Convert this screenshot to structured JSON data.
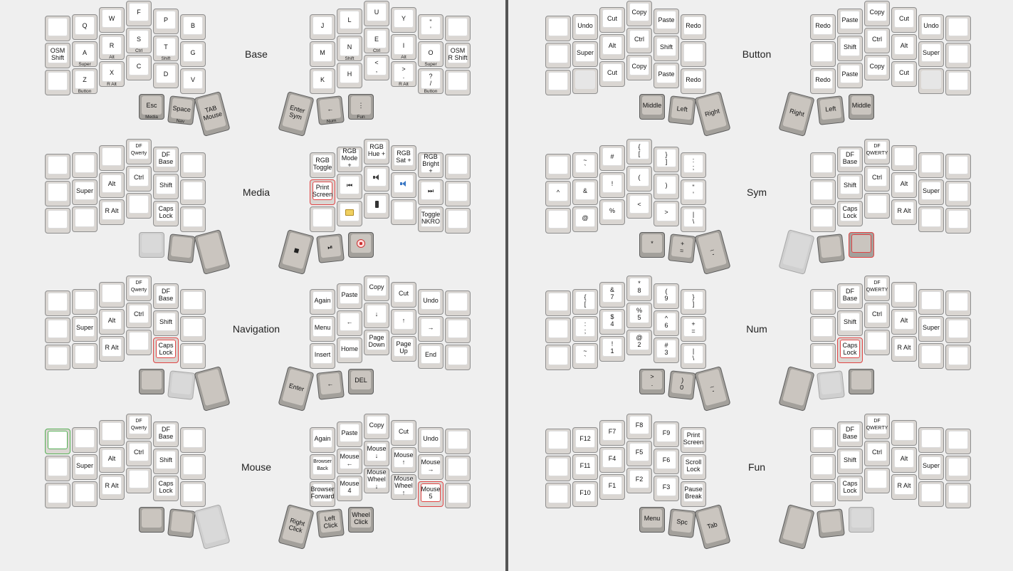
{
  "layers": [
    {
      "id": "base",
      "title": "Base",
      "left": [
        [
          {
            "t": ""
          },
          {
            "t": "Q"
          },
          {
            "t": "W"
          },
          {
            "t": "F"
          },
          {
            "t": "P"
          },
          {
            "t": "B"
          }
        ],
        [
          {
            "t": "OSM\nShift"
          },
          {
            "t": "A",
            "h": "Super"
          },
          {
            "t": "R",
            "h": "Alt"
          },
          {
            "t": "S",
            "h": "Ctrl"
          },
          {
            "t": "T",
            "h": "Shift"
          },
          {
            "t": "G"
          }
        ],
        [
          {
            "t": ""
          },
          {
            "t": "Z",
            "h": "Button"
          },
          {
            "t": "X",
            "h": "R Alt"
          },
          {
            "t": "C"
          },
          {
            "t": "D"
          },
          {
            "t": "V"
          }
        ]
      ],
      "right": [
        [
          {
            "t": "J"
          },
          {
            "t": "L"
          },
          {
            "t": "U"
          },
          {
            "t": "Y"
          },
          {
            "t": "\"\n'"
          },
          {
            "t": ""
          }
        ],
        [
          {
            "t": "M"
          },
          {
            "t": "N",
            "h": "Shift"
          },
          {
            "t": "E",
            "h": "Ctrl"
          },
          {
            "t": "I",
            "h": "Alt"
          },
          {
            "t": "O",
            "h": "Super"
          },
          {
            "t": "OSM\nR Shift"
          }
        ],
        [
          {
            "t": "K"
          },
          {
            "t": "H"
          },
          {
            "t": "<\n,"
          },
          {
            "t": ">\n.",
            "h": "R Alt"
          },
          {
            "t": "?\n/",
            "h": "Button"
          },
          {
            "t": ""
          }
        ]
      ],
      "lt": [
        {
          "t": "Esc",
          "h": "Media"
        },
        {
          "t": "Space",
          "h": "Nav"
        },
        {
          "t": "TAB\nMouse"
        }
      ],
      "rt": [
        {
          "t": "Enter\nSym"
        },
        {
          "t": "←",
          "h": "Num"
        },
        {
          "t": "⋮",
          "h": "Fun"
        }
      ]
    },
    {
      "id": "button",
      "title": "Button",
      "left": [
        [
          {
            "t": ""
          },
          {
            "t": "Undo"
          },
          {
            "t": "Cut"
          },
          {
            "t": "Copy"
          },
          {
            "t": "Paste"
          },
          {
            "t": "Redo"
          }
        ],
        [
          {
            "t": ""
          },
          {
            "t": "Super"
          },
          {
            "t": "Alt"
          },
          {
            "t": "Ctrl"
          },
          {
            "t": "Shift"
          },
          {
            "t": ""
          }
        ],
        [
          {
            "t": ""
          },
          {
            "t": "",
            "s": "gf"
          },
          {
            "t": "Cut"
          },
          {
            "t": "Copy"
          },
          {
            "t": "Paste"
          },
          {
            "t": "Redo"
          }
        ]
      ],
      "right": [
        [
          {
            "t": "Redo"
          },
          {
            "t": "Paste"
          },
          {
            "t": "Copy"
          },
          {
            "t": "Cut"
          },
          {
            "t": "Undo"
          },
          {
            "t": ""
          }
        ],
        [
          {
            "t": ""
          },
          {
            "t": "Shift"
          },
          {
            "t": "Ctrl"
          },
          {
            "t": "Alt"
          },
          {
            "t": "Super"
          },
          {
            "t": ""
          }
        ],
        [
          {
            "t": "Redo"
          },
          {
            "t": "Paste"
          },
          {
            "t": "Copy"
          },
          {
            "t": "Cut"
          },
          {
            "t": "",
            "s": "gf"
          },
          {
            "t": ""
          }
        ]
      ],
      "lt": [
        {
          "t": "Middle"
        },
        {
          "t": "Left"
        },
        {
          "t": "Right"
        }
      ],
      "rt": [
        {
          "t": "Right"
        },
        {
          "t": "Left"
        },
        {
          "t": "Middle"
        }
      ]
    },
    {
      "id": "media",
      "title": "Media",
      "left": [
        [
          {
            "t": ""
          },
          {
            "t": ""
          },
          {
            "t": ""
          },
          {
            "t": "DF\nQwerty",
            "sm": 1
          },
          {
            "t": "DF\nBase"
          },
          {
            "t": ""
          }
        ],
        [
          {
            "t": ""
          },
          {
            "t": "Super"
          },
          {
            "t": "Alt"
          },
          {
            "t": "Ctrl"
          },
          {
            "t": "Shift"
          },
          {
            "t": ""
          }
        ],
        [
          {
            "t": ""
          },
          {
            "t": ""
          },
          {
            "t": "R Alt"
          },
          {
            "t": ""
          },
          {
            "t": "Caps\nLock"
          },
          {
            "t": ""
          }
        ]
      ],
      "right": [
        [
          {
            "t": "RGB\nToggle"
          },
          {
            "t": "RGB\nMode\n+"
          },
          {
            "t": "RGB\nHue +"
          },
          {
            "t": "RGB\nSat +"
          },
          {
            "t": "RGB\nBright\n+"
          },
          {
            "t": ""
          }
        ],
        [
          {
            "t": "Print\nScreen",
            "s": "hl-red"
          },
          {
            "t": "⏮"
          },
          {
            "t": "",
            "i": "ico-spk"
          },
          {
            "t": "",
            "i": "ico-spk blue"
          },
          {
            "t": "⏭"
          },
          {
            "t": ""
          }
        ],
        [
          {
            "t": ""
          },
          {
            "t": "",
            "i": "ico-folder"
          },
          {
            "t": "",
            "i": "ico-phone"
          },
          {
            "t": ""
          },
          {
            "t": "Toggle\nNKRO"
          },
          {
            "t": ""
          }
        ]
      ],
      "lt": [
        {
          "t": "",
          "s": "tn"
        },
        {
          "t": ""
        },
        {
          "t": ""
        }
      ],
      "rt": [
        {
          "t": "",
          "i": "ico-sq"
        },
        {
          "t": "⏯"
        },
        {
          "t": "",
          "i": "ico-stop"
        }
      ]
    },
    {
      "id": "sym",
      "title": "Sym",
      "left": [
        [
          {
            "t": ""
          },
          {
            "t": "~\n`"
          },
          {
            "t": "#"
          },
          {
            "t": "{\n["
          },
          {
            "t": "}\n]"
          },
          {
            "t": ":\n;"
          }
        ],
        [
          {
            "t": "^"
          },
          {
            "t": "&"
          },
          {
            "t": "!"
          },
          {
            "t": "("
          },
          {
            "t": ")"
          },
          {
            "t": "\"\n'"
          }
        ],
        [
          {
            "t": ""
          },
          {
            "t": "@"
          },
          {
            "t": "%"
          },
          {
            "t": "<"
          },
          {
            "t": ">"
          },
          {
            "t": "|\n\\"
          }
        ]
      ],
      "right": [
        [
          {
            "t": ""
          },
          {
            "t": "DF\nBase"
          },
          {
            "t": "DF\nQWERTY",
            "sm": 1
          },
          {
            "t": ""
          },
          {
            "t": ""
          },
          {
            "t": ""
          }
        ],
        [
          {
            "t": ""
          },
          {
            "t": "Shift"
          },
          {
            "t": "Ctrl"
          },
          {
            "t": "Alt"
          },
          {
            "t": "Super"
          },
          {
            "t": ""
          }
        ],
        [
          {
            "t": ""
          },
          {
            "t": "Caps\nLock"
          },
          {
            "t": ""
          },
          {
            "t": "R Alt"
          },
          {
            "t": ""
          },
          {
            "t": ""
          }
        ]
      ],
      "lt": [
        {
          "t": "*"
        },
        {
          "t": "+\n="
        },
        {
          "t": "_\n-"
        }
      ],
      "rt": [
        {
          "t": "",
          "s": "tn"
        },
        {
          "t": ""
        },
        {
          "t": "",
          "s": "hl-red"
        }
      ]
    },
    {
      "id": "navigation",
      "title": "Navigation",
      "left": [
        [
          {
            "t": ""
          },
          {
            "t": ""
          },
          {
            "t": ""
          },
          {
            "t": "DF\nQwerty",
            "sm": 1
          },
          {
            "t": "DF\nBase"
          },
          {
            "t": ""
          }
        ],
        [
          {
            "t": ""
          },
          {
            "t": "Super"
          },
          {
            "t": "Alt"
          },
          {
            "t": "Ctrl"
          },
          {
            "t": "Shift"
          },
          {
            "t": ""
          }
        ],
        [
          {
            "t": ""
          },
          {
            "t": ""
          },
          {
            "t": "R Alt"
          },
          {
            "t": ""
          },
          {
            "t": "Caps\nLock",
            "s": "hl-red"
          },
          {
            "t": ""
          }
        ]
      ],
      "right": [
        [
          {
            "t": "Again"
          },
          {
            "t": "Paste"
          },
          {
            "t": "Copy"
          },
          {
            "t": "Cut"
          },
          {
            "t": "Undo"
          },
          {
            "t": ""
          }
        ],
        [
          {
            "t": "Menu"
          },
          {
            "t": "←"
          },
          {
            "t": "↓"
          },
          {
            "t": "↑"
          },
          {
            "t": "→"
          },
          {
            "t": ""
          }
        ],
        [
          {
            "t": "Insert"
          },
          {
            "t": "Home"
          },
          {
            "t": "Page\nDown"
          },
          {
            "t": "Page\nUp"
          },
          {
            "t": "End"
          },
          {
            "t": ""
          }
        ]
      ],
      "lt": [
        {
          "t": ""
        },
        {
          "t": "",
          "s": "tn"
        },
        {
          "t": ""
        }
      ],
      "rt": [
        {
          "t": "Enter"
        },
        {
          "t": "←"
        },
        {
          "t": "DEL"
        }
      ]
    },
    {
      "id": "num",
      "title": "Num",
      "left": [
        [
          {
            "t": ""
          },
          {
            "t": "{\n["
          },
          {
            "t": "&\n7"
          },
          {
            "t": "*\n8"
          },
          {
            "t": "(\n9"
          },
          {
            "t": "}\n]"
          }
        ],
        [
          {
            "t": ""
          },
          {
            "t": ":\n;"
          },
          {
            "t": "$\n4"
          },
          {
            "t": "%\n5"
          },
          {
            "t": "^\n6"
          },
          {
            "t": "+\n="
          }
        ],
        [
          {
            "t": ""
          },
          {
            "t": "~\n`"
          },
          {
            "t": "!\n1"
          },
          {
            "t": "@\n2"
          },
          {
            "t": "#\n3"
          },
          {
            "t": "|\n\\"
          }
        ]
      ],
      "right": [
        [
          {
            "t": ""
          },
          {
            "t": "DF\nBase"
          },
          {
            "t": "DF\nQWERTY",
            "sm": 1
          },
          {
            "t": ""
          },
          {
            "t": ""
          },
          {
            "t": ""
          }
        ],
        [
          {
            "t": ""
          },
          {
            "t": "Shift"
          },
          {
            "t": "Ctrl"
          },
          {
            "t": "Alt"
          },
          {
            "t": "Super"
          },
          {
            "t": ""
          }
        ],
        [
          {
            "t": ""
          },
          {
            "t": "Caps\nLock",
            "s": "hl-red"
          },
          {
            "t": ""
          },
          {
            "t": "R Alt"
          },
          {
            "t": ""
          },
          {
            "t": ""
          }
        ]
      ],
      "lt": [
        {
          "t": ">\n."
        },
        {
          "t": ")\n0"
        },
        {
          "t": "_\n-"
        }
      ],
      "rt": [
        {
          "t": ""
        },
        {
          "t": "",
          "s": "tn"
        },
        {
          "t": ""
        }
      ]
    },
    {
      "id": "mouse",
      "title": "Mouse",
      "left": [
        [
          {
            "t": "",
            "s": "hl-green"
          },
          {
            "t": ""
          },
          {
            "t": ""
          },
          {
            "t": "DF\nQwerty",
            "sm": 1
          },
          {
            "t": "DF\nBase"
          },
          {
            "t": ""
          }
        ],
        [
          {
            "t": ""
          },
          {
            "t": "Super"
          },
          {
            "t": "Alt"
          },
          {
            "t": "Ctrl"
          },
          {
            "t": "Shift"
          },
          {
            "t": ""
          }
        ],
        [
          {
            "t": ""
          },
          {
            "t": ""
          },
          {
            "t": "R Alt"
          },
          {
            "t": ""
          },
          {
            "t": "Caps\nLock"
          },
          {
            "t": ""
          }
        ]
      ],
      "right": [
        [
          {
            "t": "Again"
          },
          {
            "t": "Paste"
          },
          {
            "t": "Copy"
          },
          {
            "t": "Cut"
          },
          {
            "t": "Undo"
          },
          {
            "t": ""
          }
        ],
        [
          {
            "t": "Browser\nBack",
            "sm": 1
          },
          {
            "t": "Mouse\n←"
          },
          {
            "t": "Mouse\n↓"
          },
          {
            "t": "Mouse\n↑"
          },
          {
            "t": "Mouse\n→"
          },
          {
            "t": ""
          }
        ],
        [
          {
            "t": "Browser\nForward"
          },
          {
            "t": "Mouse\n4"
          },
          {
            "t": "Mouse\nWheel\n↓"
          },
          {
            "t": "Mouse\nWheel\n↑"
          },
          {
            "t": "Mouse\n5",
            "s": "hl-red"
          },
          {
            "t": ""
          }
        ]
      ],
      "lt": [
        {
          "t": ""
        },
        {
          "t": ""
        },
        {
          "t": "",
          "s": "tn"
        }
      ],
      "rt": [
        {
          "t": "Right\nClick"
        },
        {
          "t": "Left\nClick"
        },
        {
          "t": "Wheel\nClick"
        }
      ]
    },
    {
      "id": "fun",
      "title": "Fun",
      "left": [
        [
          {
            "t": ""
          },
          {
            "t": "F12"
          },
          {
            "t": "F7"
          },
          {
            "t": "F8"
          },
          {
            "t": "F9"
          },
          {
            "t": "Print\nScreen"
          }
        ],
        [
          {
            "t": ""
          },
          {
            "t": "F11"
          },
          {
            "t": "F4"
          },
          {
            "t": "F5"
          },
          {
            "t": "F6"
          },
          {
            "t": "Scroll\nLock"
          }
        ],
        [
          {
            "t": ""
          },
          {
            "t": "F10"
          },
          {
            "t": "F1"
          },
          {
            "t": "F2"
          },
          {
            "t": "F3"
          },
          {
            "t": "Pause\nBreak"
          }
        ]
      ],
      "right": [
        [
          {
            "t": ""
          },
          {
            "t": "DF\nBase"
          },
          {
            "t": "DF\nQWERTY",
            "sm": 1
          },
          {
            "t": ""
          },
          {
            "t": ""
          },
          {
            "t": ""
          }
        ],
        [
          {
            "t": ""
          },
          {
            "t": "Shift"
          },
          {
            "t": "Ctrl"
          },
          {
            "t": "Alt"
          },
          {
            "t": "Super"
          },
          {
            "t": ""
          }
        ],
        [
          {
            "t": ""
          },
          {
            "t": "Caps\nLock"
          },
          {
            "t": ""
          },
          {
            "t": "R Alt"
          },
          {
            "t": ""
          },
          {
            "t": ""
          }
        ]
      ],
      "lt": [
        {
          "t": "Menu"
        },
        {
          "t": "Spc"
        },
        {
          "t": "Tab"
        }
      ],
      "rt": [
        {
          "t": ""
        },
        {
          "t": ""
        },
        {
          "t": "",
          "s": "tn"
        }
      ]
    }
  ]
}
